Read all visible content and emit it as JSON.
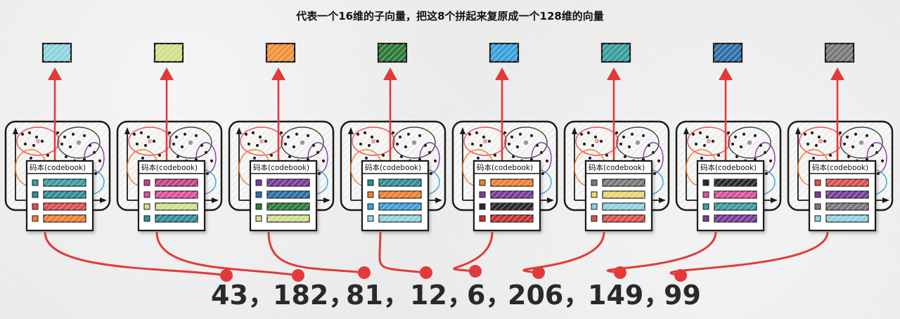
{
  "title": "代表一个16维的子向量，把这8个拼起来复原成一个128维的向量",
  "codebook_label": "码本(codebook)",
  "codes": [
    "43，",
    "182，",
    "81，",
    "12，",
    "6，",
    "206，",
    "149，",
    "99"
  ],
  "groups": [
    {
      "output_color": "#8fd3df",
      "row_colors": [
        "#3a9e9e",
        "#2e8f99",
        "#e05050",
        "#f08030"
      ]
    },
    {
      "output_color": "#cfe08a",
      "row_colors": [
        "#c83f8c",
        "#e050a0",
        "#cfe08a",
        "#2e8f99"
      ]
    },
    {
      "output_color": "#f0923a",
      "row_colors": [
        "#7b3a9c",
        "#2e6fa8",
        "#2e7d3a",
        "#cfe08a"
      ]
    },
    {
      "output_color": "#2f7a3a",
      "row_colors": [
        "#2e8f99",
        "#f08030",
        "#3aa0d8",
        "#8fd3df"
      ]
    },
    {
      "output_color": "#3aa0d8",
      "row_colors": [
        "#f08030",
        "#7b3a9c",
        "#2a2a2a",
        "#c83030"
      ]
    },
    {
      "output_color": "#3a9e9e",
      "row_colors": [
        "#7a7a7a",
        "#e8d870",
        "#8fd3df",
        "#e05050"
      ]
    },
    {
      "output_color": "#2e6fa8",
      "row_colors": [
        "#2a2a2a",
        "#e050a0",
        "#3a9e9e",
        "#7b3a9c"
      ]
    },
    {
      "output_color": "#7a7a7a",
      "row_colors": [
        "#e05050",
        "#7b3a9c",
        "#7a7a7a",
        "#8fd3df"
      ]
    }
  ],
  "colors": {
    "arrow": "#e23a3a",
    "outline": "#1a1a1a"
  },
  "icons": [
    "scatter-cluster-plot",
    "up-arrow",
    "colored-block"
  ]
}
